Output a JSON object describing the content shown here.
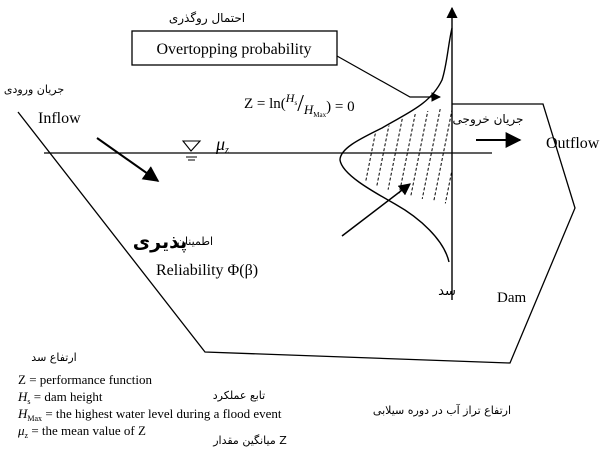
{
  "labels": {
    "overtopping_fa": "احتمال روگذری",
    "overtopping_en": "Overtopping probability",
    "inflow_fa": "جریان ورودی",
    "inflow_en": "Inflow",
    "outflow_fa": "جریان خروجی",
    "outflow_en": "Outflow",
    "mu_z": "μ",
    "mu_z_sub": "z",
    "z_eq_prefix": "Z = ln(",
    "z_eq_hs": "H",
    "z_eq_hs_sub": "s",
    "z_eq_slash": "/",
    "z_eq_hmax": "H",
    "z_eq_hmax_sub": "Max",
    "z_eq_suffix": ") = 0",
    "reliability_fa_small": "اطمینان",
    "reliability_fa_big": "پذیری",
    "reliability_en": "Reliability Φ(β)",
    "dam_fa": "سد",
    "dam_en": "Dam"
  },
  "legend": {
    "dam_height_fa": "ارتفاع سد",
    "performance_fa": "تابع عملکرد",
    "water_level_fa": "ارتفاع تراز آب در دوره سیلابی",
    "mean_fa": "میانگین مقدار Z",
    "line1": "Z = performance function",
    "line2": "H",
    "line2_sub": "s",
    "line2_rest": " = dam height",
    "line3": "H",
    "line3_sub": "Max",
    "line3_rest": " = the highest water level during a flood event",
    "line4": "μ",
    "line4_sub": "z",
    "line4_rest": " = the mean value of Z"
  }
}
